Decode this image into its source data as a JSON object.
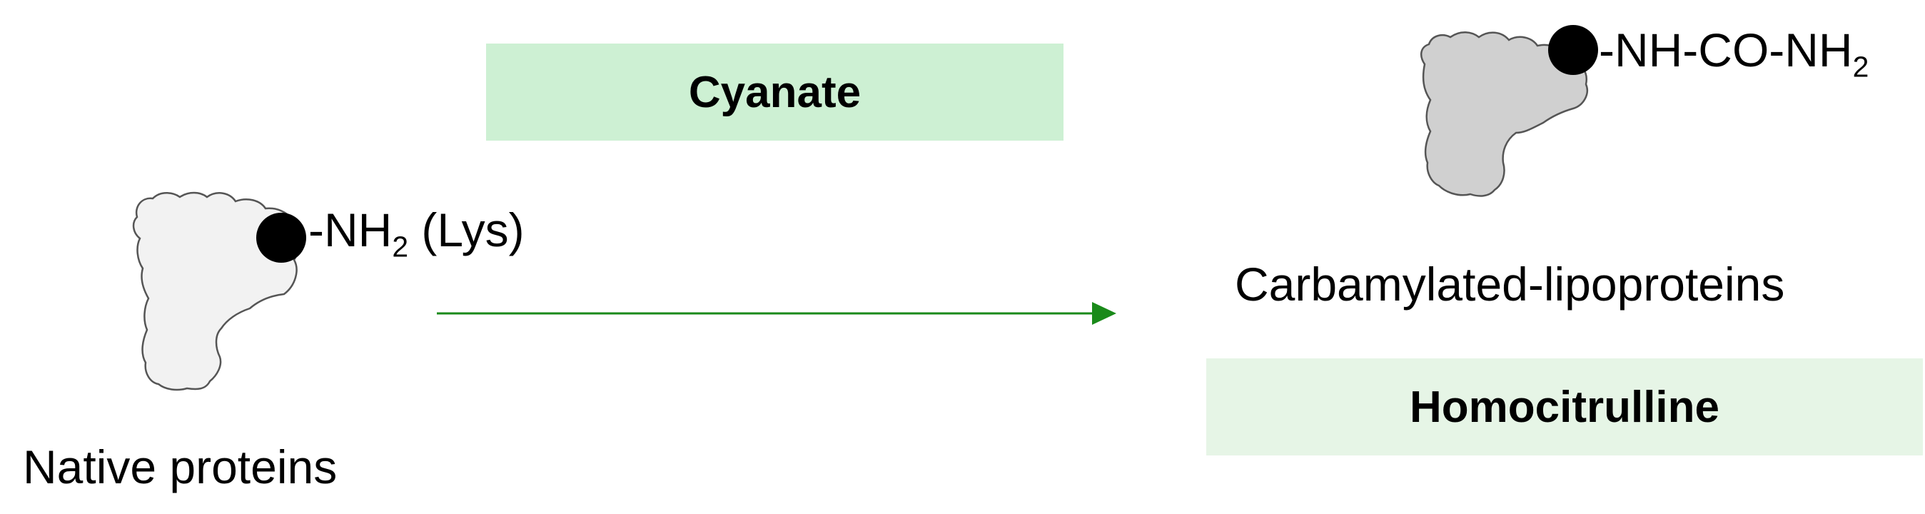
{
  "reagent": {
    "label": "Cyanate",
    "color": "#cdf0d3"
  },
  "native": {
    "group_prefix": "-NH",
    "group_subscript": "2",
    "group_suffix": " (Lys)",
    "caption": "Native proteins",
    "fill": "#f2f2f2"
  },
  "product": {
    "group_prefix": "-NH-CO-NH",
    "group_subscript": "2",
    "caption": "Carbamylated-lipoproteins",
    "fill": "#d0d0d0"
  },
  "result": {
    "label": "Homocitrulline",
    "color": "#e6f5e6"
  },
  "arrow": {
    "color": "#1a8a1a"
  },
  "colors": {
    "outline": "#555555",
    "dot": "#000000"
  }
}
